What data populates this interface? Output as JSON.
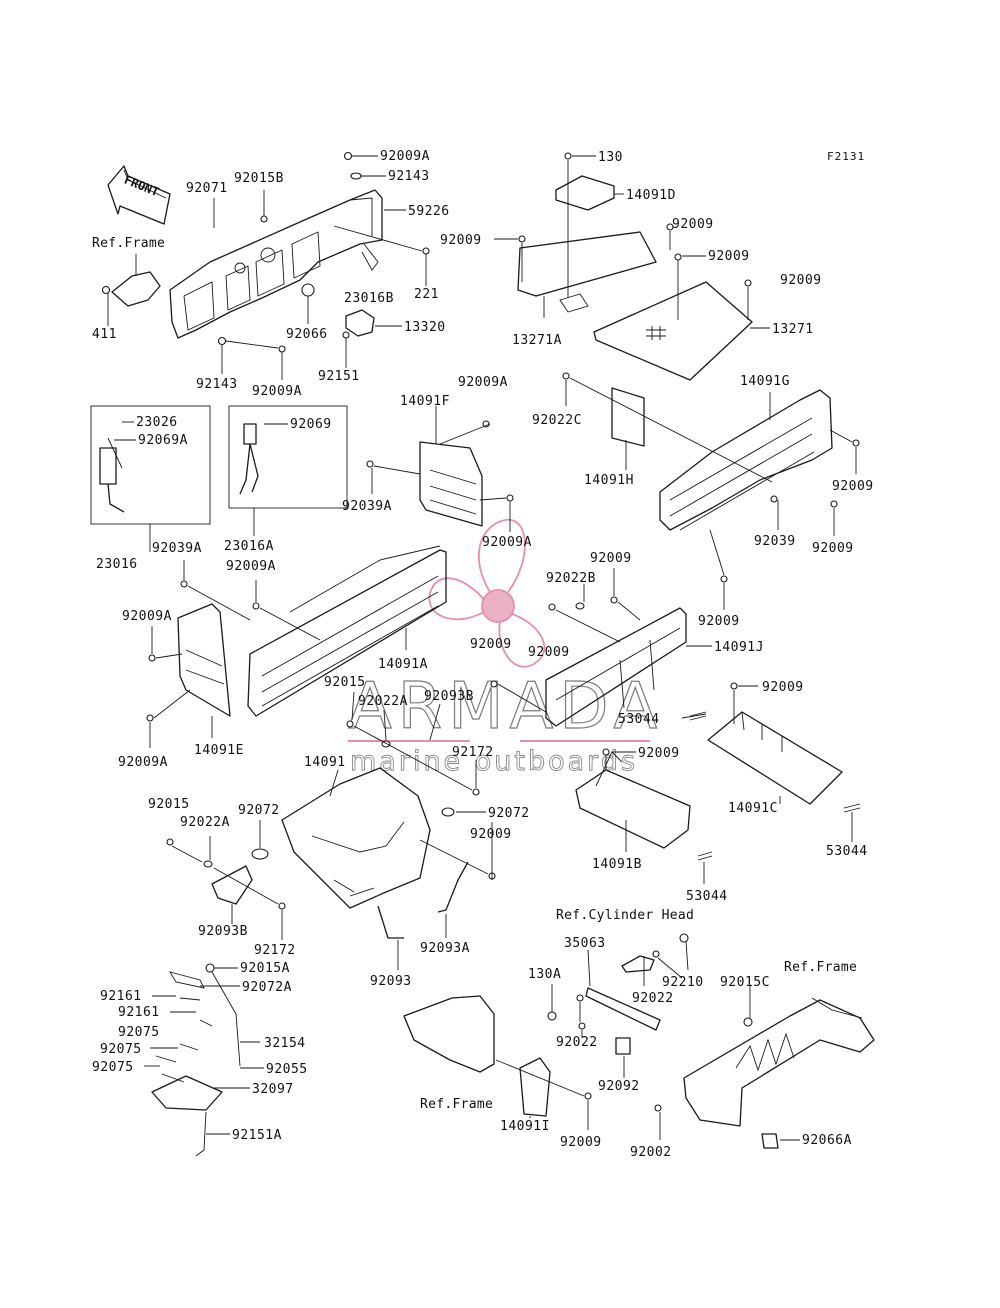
{
  "diagram_code": "F2131",
  "front_marker": "FRONT",
  "references": {
    "frame_left": "Ref.Frame",
    "cylinder_head": "Ref.Cylinder Head",
    "frame_right": "Ref.Frame",
    "frame_bottom": "Ref.Frame"
  },
  "watermark": {
    "brand": "ARMADA",
    "tagline": "marine outboards",
    "accent_color": "#e58fb0",
    "text_color": "#7a7a7a"
  },
  "part_labels": [
    "92071",
    "92015B",
    "92009A",
    "92143",
    "59226",
    "221",
    "411",
    "23016B",
    "13320",
    "92066",
    "92143",
    "92009A",
    "92151",
    "130",
    "14091D",
    "92009",
    "92009",
    "92009",
    "92009",
    "13271A",
    "13271",
    "23026",
    "92069A",
    "92069",
    "23016",
    "23016A",
    "92009A",
    "14091F",
    "92039A",
    "92009A",
    "92022C",
    "14091H",
    "14091G",
    "92009",
    "92039",
    "92009",
    "92039A",
    "92009A",
    "92009A",
    "14091A",
    "92009A",
    "14091E",
    "92009",
    "92022B",
    "92009",
    "92009",
    "14091J",
    "92009",
    "92015",
    "92022A",
    "92093B",
    "92172",
    "14091",
    "92009",
    "53044",
    "14091C",
    "53044",
    "92009",
    "14091B",
    "53044",
    "92015",
    "92022A",
    "92072",
    "92072",
    "92009",
    "92093B",
    "92172",
    "92093A",
    "92093",
    "35063",
    "92210",
    "92022",
    "130A",
    "92022",
    "92015C",
    "92092",
    "14091I",
    "92009",
    "92002",
    "92066A",
    "92015A",
    "92161",
    "92072A",
    "92161",
    "92075",
    "32154",
    "92075",
    "92055",
    "92075",
    "32097",
    "92151A"
  ]
}
